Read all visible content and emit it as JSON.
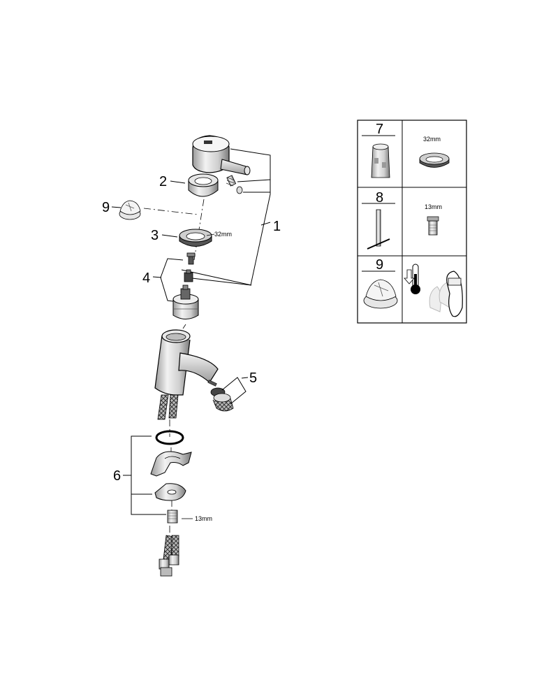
{
  "callouts": {
    "n1": "1",
    "n2": "2",
    "n3": "3",
    "n4": "4",
    "n5": "5",
    "n6": "6",
    "n9": "9"
  },
  "dims": {
    "seal_3": "32mm",
    "nipple_6": "13mm"
  },
  "table": {
    "rows": [
      {
        "number": "7",
        "dim": "32mm"
      },
      {
        "number": "8",
        "dim": "13mm"
      },
      {
        "number": "9",
        "dim": ""
      }
    ]
  },
  "colors": {
    "line": "#000000",
    "part_fill": "#ffffff",
    "shade": "#d8d8d8",
    "dark": "#444444"
  }
}
